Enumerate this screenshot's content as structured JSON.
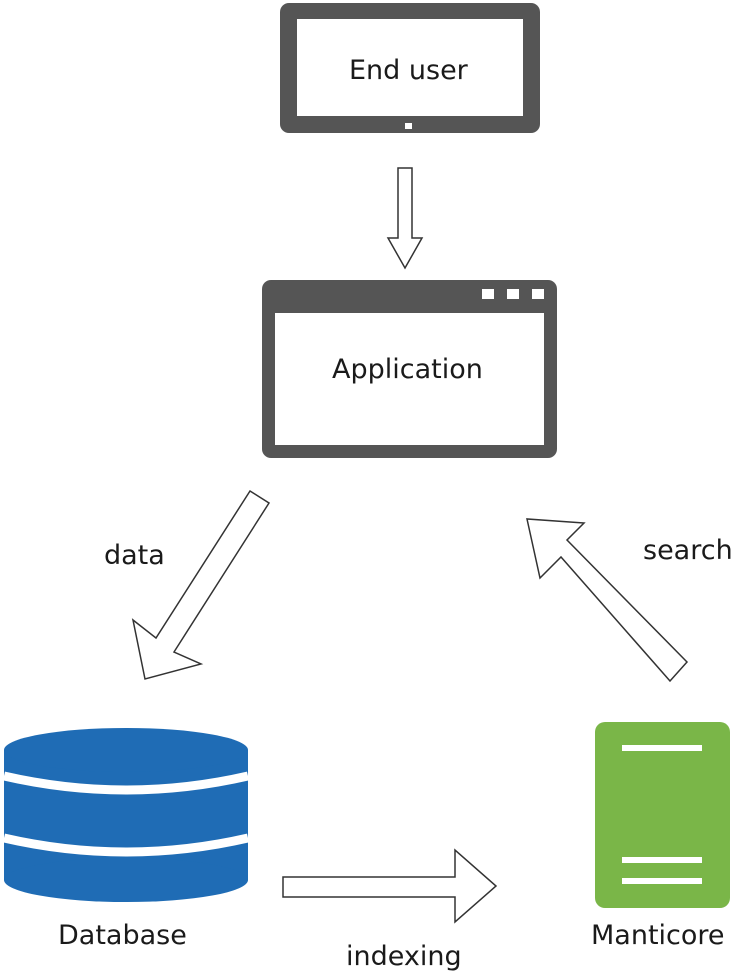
{
  "nodes": {
    "end_user": {
      "label": "End user"
    },
    "application": {
      "label": "Application"
    },
    "database": {
      "label": "Database"
    },
    "manticore": {
      "label": "Manticore"
    }
  },
  "edges": {
    "user_to_app": {
      "label": ""
    },
    "app_to_database": {
      "label": "data"
    },
    "manticore_to_app": {
      "label": "search"
    },
    "database_to_manticore": {
      "label": "indexing"
    }
  },
  "colors": {
    "device_frame": "#555555",
    "database": "#1f6cb5",
    "server": "#7ab648",
    "arrow_stroke": "#333333"
  },
  "icons": {
    "end_user": "tablet-icon",
    "application": "browser-window-icon",
    "database": "database-icon",
    "manticore": "server-icon"
  }
}
